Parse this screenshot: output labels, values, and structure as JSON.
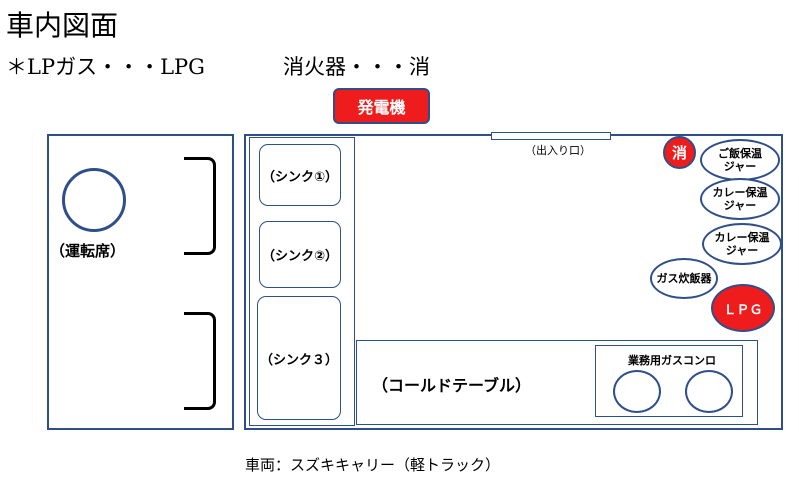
{
  "header": {
    "title": "車内図面",
    "legend_lpg": "＊LPガス・・・LPG",
    "legend_extinguisher": "消火器・・・消"
  },
  "generator": {
    "label": "発電機"
  },
  "cab": {
    "seat_label": "（運転席）"
  },
  "entrance": {
    "label": "（出入り口）"
  },
  "sinks": [
    {
      "label": "（シンク①）"
    },
    {
      "label": "（シンク②）"
    },
    {
      "label": "（シンク３）"
    }
  ],
  "cold_table": {
    "label": "（コールドテーブル）"
  },
  "gas_stove": {
    "label": "業務用ガスコンロ"
  },
  "extinguisher": {
    "label": "消"
  },
  "rice_jar": {
    "line1": "ご飯保温",
    "line2": "ジャー"
  },
  "curry_jar_1": {
    "line1": "カレー保温",
    "line2": "ジャー"
  },
  "curry_jar_2": {
    "line1": "カレー保温",
    "line2": "ジャー"
  },
  "rice_cooker": {
    "label": "ガス炊飯器"
  },
  "lpg_tank": {
    "label": "ＬＰＧ"
  },
  "footer": {
    "vehicle": "車両：スズキキャリー（軽トラック）"
  },
  "colors": {
    "outline": "#2f4f8a",
    "accent_red": "#ee1c1c"
  }
}
